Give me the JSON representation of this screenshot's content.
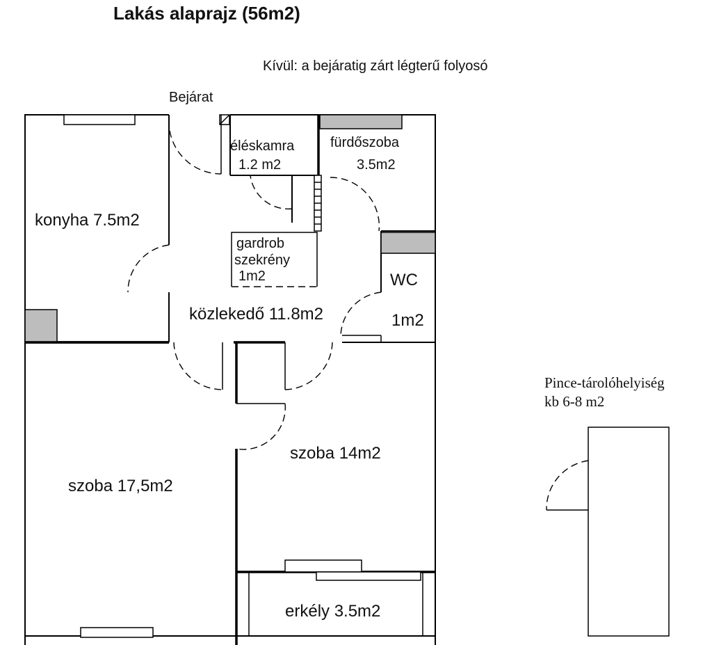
{
  "title": "Lakás alaprajz (56m2)",
  "note": "Kívül: a bejáratig zárt légterű folyosó",
  "entrance": "Bejárat",
  "rooms": {
    "pantry": {
      "name": "éléskamra",
      "area": "1.2 m2"
    },
    "bathroom": {
      "name": "fürdőszoba",
      "area": "3.5m2"
    },
    "kitchen": "konyha 7.5m2",
    "wardrobe": {
      "line1": "gardrob",
      "line2": "szekrény",
      "line3": "1m2"
    },
    "wc": {
      "name": "WC",
      "area": "1m2"
    },
    "hallway": "közlekedő 11.8m2",
    "room_small": "szoba 14m2",
    "room_large": "szoba 17,5m2",
    "balcony": "erkély 3.5m2"
  },
  "cellar": {
    "line1": "Pince-tárolóhelyiség",
    "line2": "kb 6-8 m2"
  },
  "colors": {
    "fixture": "#bdbdbd",
    "wall": "#000000",
    "background": "#ffffff"
  }
}
